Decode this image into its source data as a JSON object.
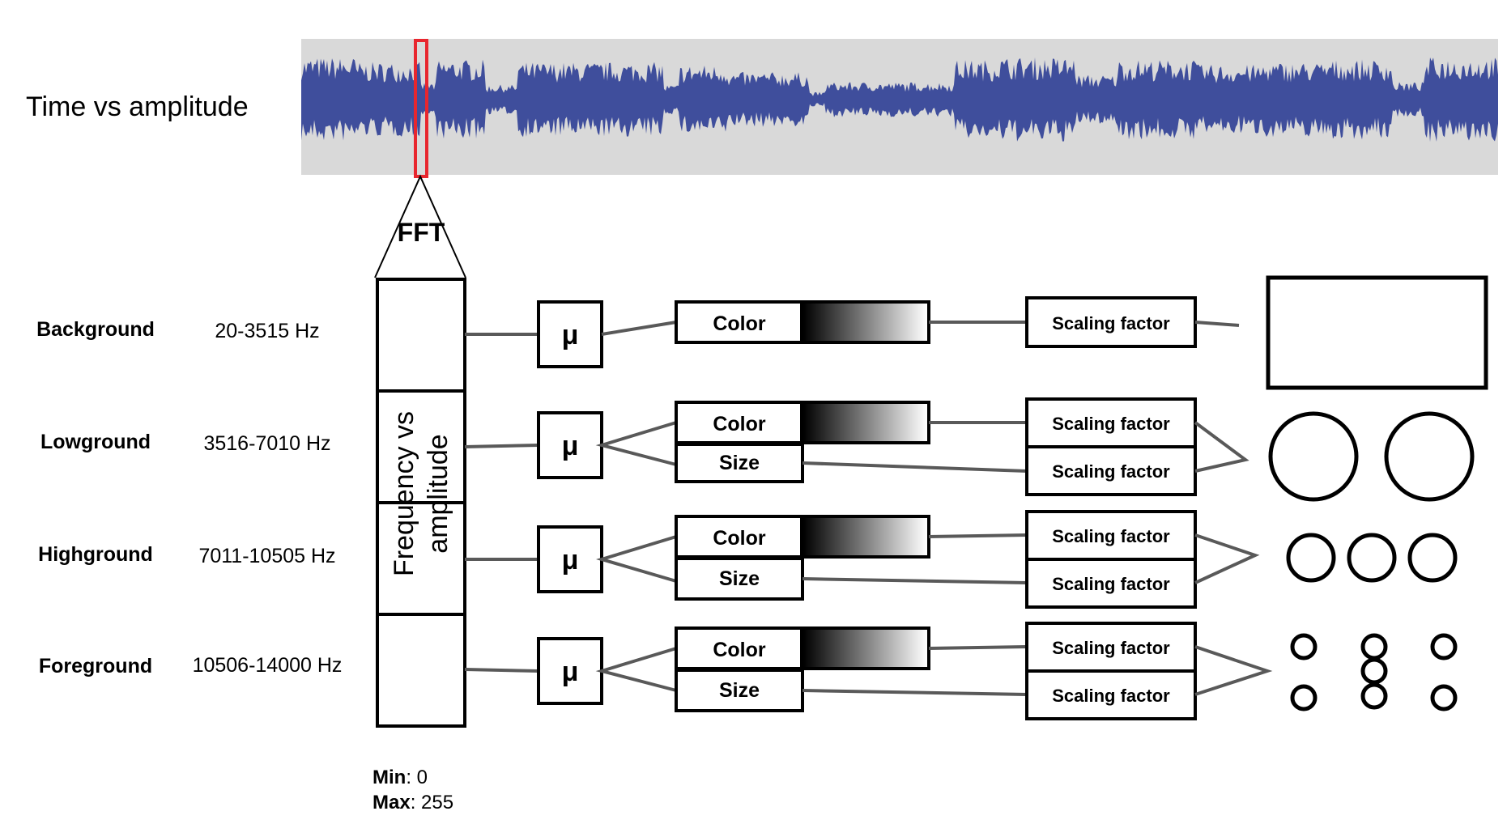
{
  "waveform": {
    "label": "Time vs amplitude",
    "fill_color": "#3f4e9c",
    "background_color": "#d9d9d9",
    "highlight_color": "#e8262e"
  },
  "fft": {
    "label": "FFT",
    "column_label": "Frequency vs amplitude",
    "min_label": "Min",
    "min_value": ": 0",
    "max_label": "Max",
    "max_value": ": 255"
  },
  "mean_symbol": "μ",
  "bands": [
    {
      "name": "Background",
      "range": "20-3515 Hz",
      "features": [
        {
          "label": "Color",
          "gradient": true
        }
      ],
      "scaling": [
        "Scaling factor"
      ],
      "shape": "rectangle"
    },
    {
      "name": "Lowground",
      "range": "3516-7010 Hz",
      "features": [
        {
          "label": "Color",
          "gradient": true
        },
        {
          "label": "Size",
          "gradient": false
        }
      ],
      "scaling": [
        "Scaling factor",
        "Scaling factor"
      ],
      "shape": "large-circles"
    },
    {
      "name": "Highground",
      "range": "7011-10505 Hz",
      "features": [
        {
          "label": "Color",
          "gradient": true
        },
        {
          "label": "Size",
          "gradient": false
        }
      ],
      "scaling": [
        "Scaling factor",
        "Scaling factor"
      ],
      "shape": "medium-circles"
    },
    {
      "name": "Foreground",
      "range": "10506-14000 Hz",
      "features": [
        {
          "label": "Color",
          "gradient": true
        },
        {
          "label": "Size",
          "gradient": false
        }
      ],
      "scaling": [
        "Scaling factor",
        "Scaling factor"
      ],
      "shape": "small-circles"
    }
  ],
  "colors": {
    "stroke": "#000000",
    "connector": "#595959",
    "gradient_start": "#000000",
    "gradient_end": "#ffffff"
  }
}
